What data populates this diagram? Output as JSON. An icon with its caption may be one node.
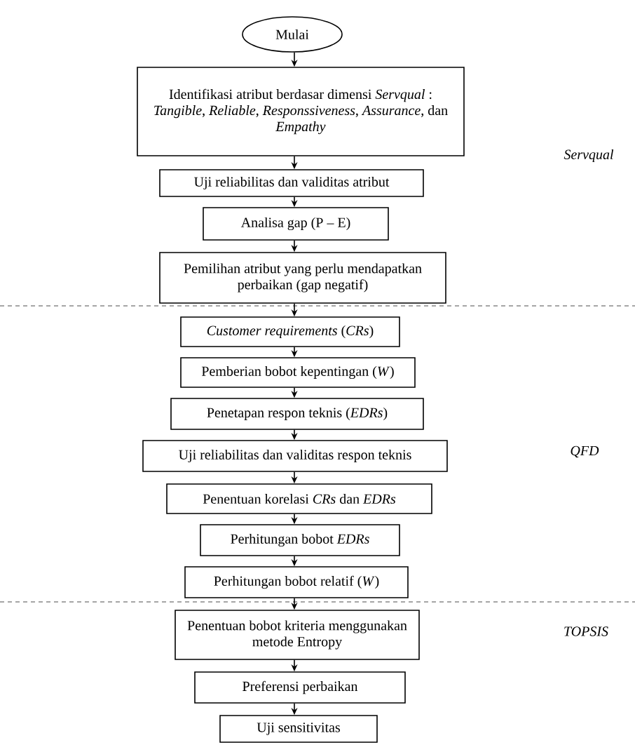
{
  "diagram": {
    "nodes": [
      {
        "text": [
          "Mulai"
        ]
      },
      {
        "text": [
          "Identifikasi atribut berdasar dimensi *Servqual* : *Tangible*, *Reliable*, *Responssiveness*, *Assurance*, dan *Empathy*"
        ]
      },
      {
        "text": [
          "Uji reliabilitas dan validitas atribut"
        ]
      },
      {
        "text": [
          "Analisa gap (P – E)"
        ]
      },
      {
        "text": [
          "Pemilihan atribut yang perlu mendapatkan perbaikan (gap negatif)"
        ]
      },
      {
        "text": [
          "*Customer requirements* (*CRs*)"
        ]
      },
      {
        "text": [
          "Pemberian bobot kepentingan (*W*)"
        ]
      },
      {
        "text": [
          "Penetapan respon teknis (*EDRs*)"
        ]
      },
      {
        "text": [
          "Uji reliabilitas dan validitas respon teknis"
        ]
      },
      {
        "text": [
          "Penentuan korelasi *CRs* dan *EDRs*"
        ]
      },
      {
        "text": [
          "Perhitungan bobot *EDRs*"
        ]
      },
      {
        "text": [
          "Perhitungan bobot relatif (*W*)"
        ]
      },
      {
        "text": [
          "Penentuan bobot kriteria menggunakan metode Entropy"
        ]
      },
      {
        "text": [
          "Preferensi perbaikan"
        ]
      },
      {
        "text": [
          "Uji sensitivitas"
        ]
      }
    ],
    "edges": [
      {
        "from": 0,
        "to": 1,
        "arrow": "to"
      },
      {
        "from": 1,
        "to": 2,
        "arrow": "to"
      },
      {
        "from": 2,
        "to": 3,
        "arrow": "to"
      },
      {
        "from": 3,
        "to": 4,
        "arrow": "to"
      },
      {
        "from": 4,
        "to": 5,
        "arrow": "to"
      },
      {
        "from": 5,
        "to": 6,
        "arrow": "to"
      },
      {
        "from": 6,
        "to": 7,
        "arrow": "to"
      },
      {
        "from": 7,
        "to": 8,
        "arrow": "to"
      },
      {
        "from": 8,
        "to": 9,
        "arrow": "to"
      },
      {
        "from": 9,
        "to": 10,
        "arrow": "to"
      },
      {
        "from": 10,
        "to": 11,
        "arrow": "to"
      },
      {
        "from": 11,
        "to": 12,
        "arrow": "to"
      },
      {
        "from": 12,
        "to": 13,
        "arrow": "to"
      },
      {
        "from": 13,
        "to": 14,
        "arrow": "to"
      }
    ],
    "labels": [
      "Servqual",
      "QFD",
      "TOPSIS"
    ]
  }
}
